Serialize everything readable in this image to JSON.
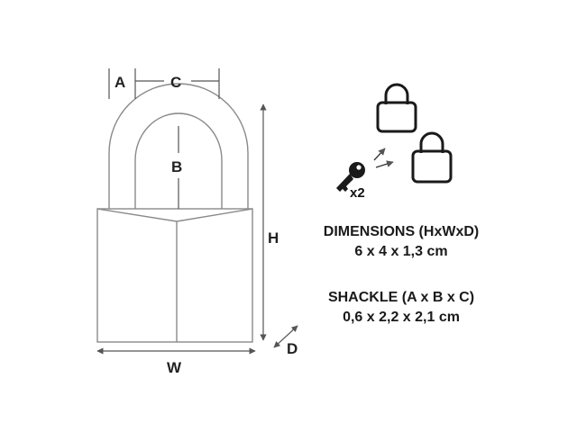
{
  "labels": {
    "a": "A",
    "b": "B",
    "c": "C",
    "h": "H",
    "w": "W",
    "d": "D"
  },
  "key_count": "x2",
  "dimensions": {
    "heading": "DIMENSIONS (HxWxD)",
    "value": "6 x 4 x 1,3 cm"
  },
  "shackle": {
    "heading": "SHACKLE (A x B x C)",
    "value": "0,6 x 2,2 x 2,1 cm"
  },
  "colors": {
    "outline": "#8a8a8a",
    "dimension_line": "#555555",
    "icon": "#1a1a1a"
  },
  "icons": [
    "padlock-icon",
    "padlock-icon",
    "key-icon",
    "arrow-icon"
  ]
}
